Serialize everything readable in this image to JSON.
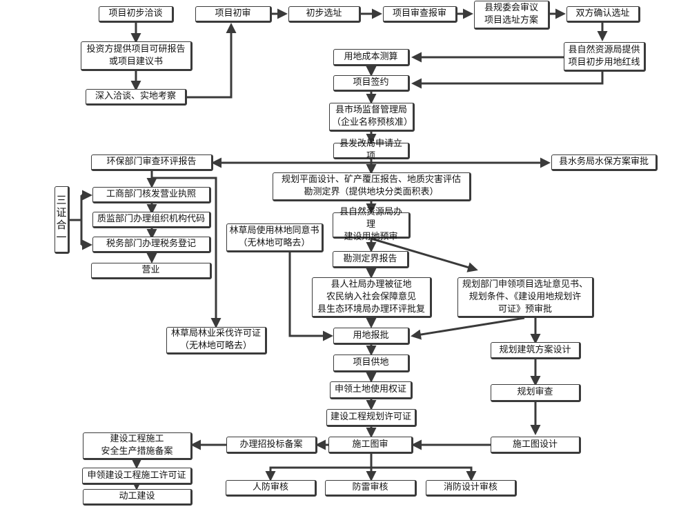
{
  "colors": {
    "line": "#3a3a3a",
    "box_border": "#3a3a3a",
    "text": "#111111",
    "background": "#ffffff"
  },
  "nodes": {
    "n01": "项目初步洽谈",
    "n02": "投资方提供项目可研报告\n或项目建议书",
    "n03": "深入洽谈、实地考察",
    "n04": "项目初审",
    "n05": "初步选址",
    "n06": "项目审查报审",
    "n07": "县规委会审议\n项目选址方案",
    "n08": "双方确认选址",
    "n09": "县自然资源局提供\n项目初步用地红线",
    "n10": "用地成本测算",
    "n11": "项目签约",
    "n12": "县市场监督管理局\n（企业名称预核准）",
    "n13": "县发改局申请立项",
    "n14": "环保部门审查环评报告",
    "n15": "县水务局水保方案审批",
    "n16": "规划平面设计、矿产覆压报告、地质灾害评估\n勘测定界（提供地块分类面积表）",
    "n17": "工商部门核发营业执照",
    "n18": "质监部门办理组织机构代码",
    "n19": "税务部门办理税务登记",
    "n20": "营业",
    "n21": "三证合一",
    "n22": "林草局使用林地同意书\n（无林地可略去）",
    "n23": "县自然资源局办理\n建设用地预审",
    "n24": "勘测定界报告",
    "n25": "县人社局办理被征地\n农民纳入社会保障意见\n县生态环境局办理环评批复",
    "n26": "规划部门申领项目选址意见书、\n规划条件、《建设用地规划许\n可证》预审批",
    "n27": "林草局林业采伐许可证\n（无林地可略去）",
    "n28": "用地报批",
    "n29": "规划建筑方案设计",
    "n30": "项目供地",
    "n31": "申领土地使用权证",
    "n32": "规划审查",
    "n33": "建设工程规划许可证",
    "n34": "建设工程施工\n安全生产措施备案",
    "n35": "办理招投标备案",
    "n36": "施工图审",
    "n37": "施工图设计",
    "n38": "申领建设工程施工许可证",
    "n39": "人防审核",
    "n40": "防雷审核",
    "n41": "消防设计审核",
    "n42": "动工建设"
  }
}
